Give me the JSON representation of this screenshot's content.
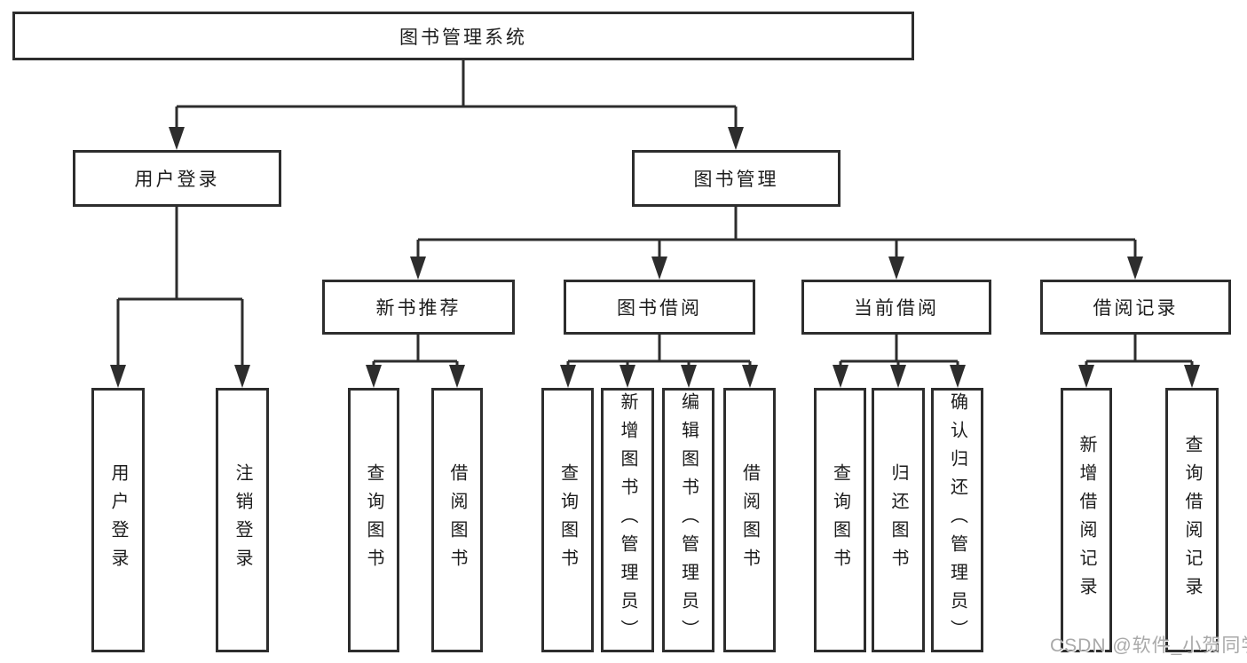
{
  "colors": {
    "line": "#2d2d2d",
    "text": "#1c1c1c",
    "background": "#ffffff",
    "watermark": "#a9a9a9"
  },
  "watermark": {
    "text": "CSDN @软件_小贺同学"
  },
  "tree": {
    "label": "图书管理系统",
    "children": [
      {
        "label": "用户登录",
        "children": [
          {
            "label": "用户登录"
          },
          {
            "label": "注销登录"
          }
        ]
      },
      {
        "label": "图书管理",
        "children": [
          {
            "label": "新书推荐",
            "children": [
              {
                "label": "查询图书"
              },
              {
                "label": "借阅图书"
              }
            ]
          },
          {
            "label": "图书借阅",
            "children": [
              {
                "label": "查询图书"
              },
              {
                "label": "新增图书（管理员）"
              },
              {
                "label": "编辑图书（管理员）"
              },
              {
                "label": "借阅图书"
              }
            ]
          },
          {
            "label": "当前借阅",
            "children": [
              {
                "label": "查询图书"
              },
              {
                "label": "归还图书"
              },
              {
                "label": "确认归还（管理员）"
              }
            ]
          },
          {
            "label": "借阅记录",
            "children": [
              {
                "label": "新增借阅记录"
              },
              {
                "label": "查询借阅记录"
              }
            ]
          }
        ]
      }
    ]
  }
}
